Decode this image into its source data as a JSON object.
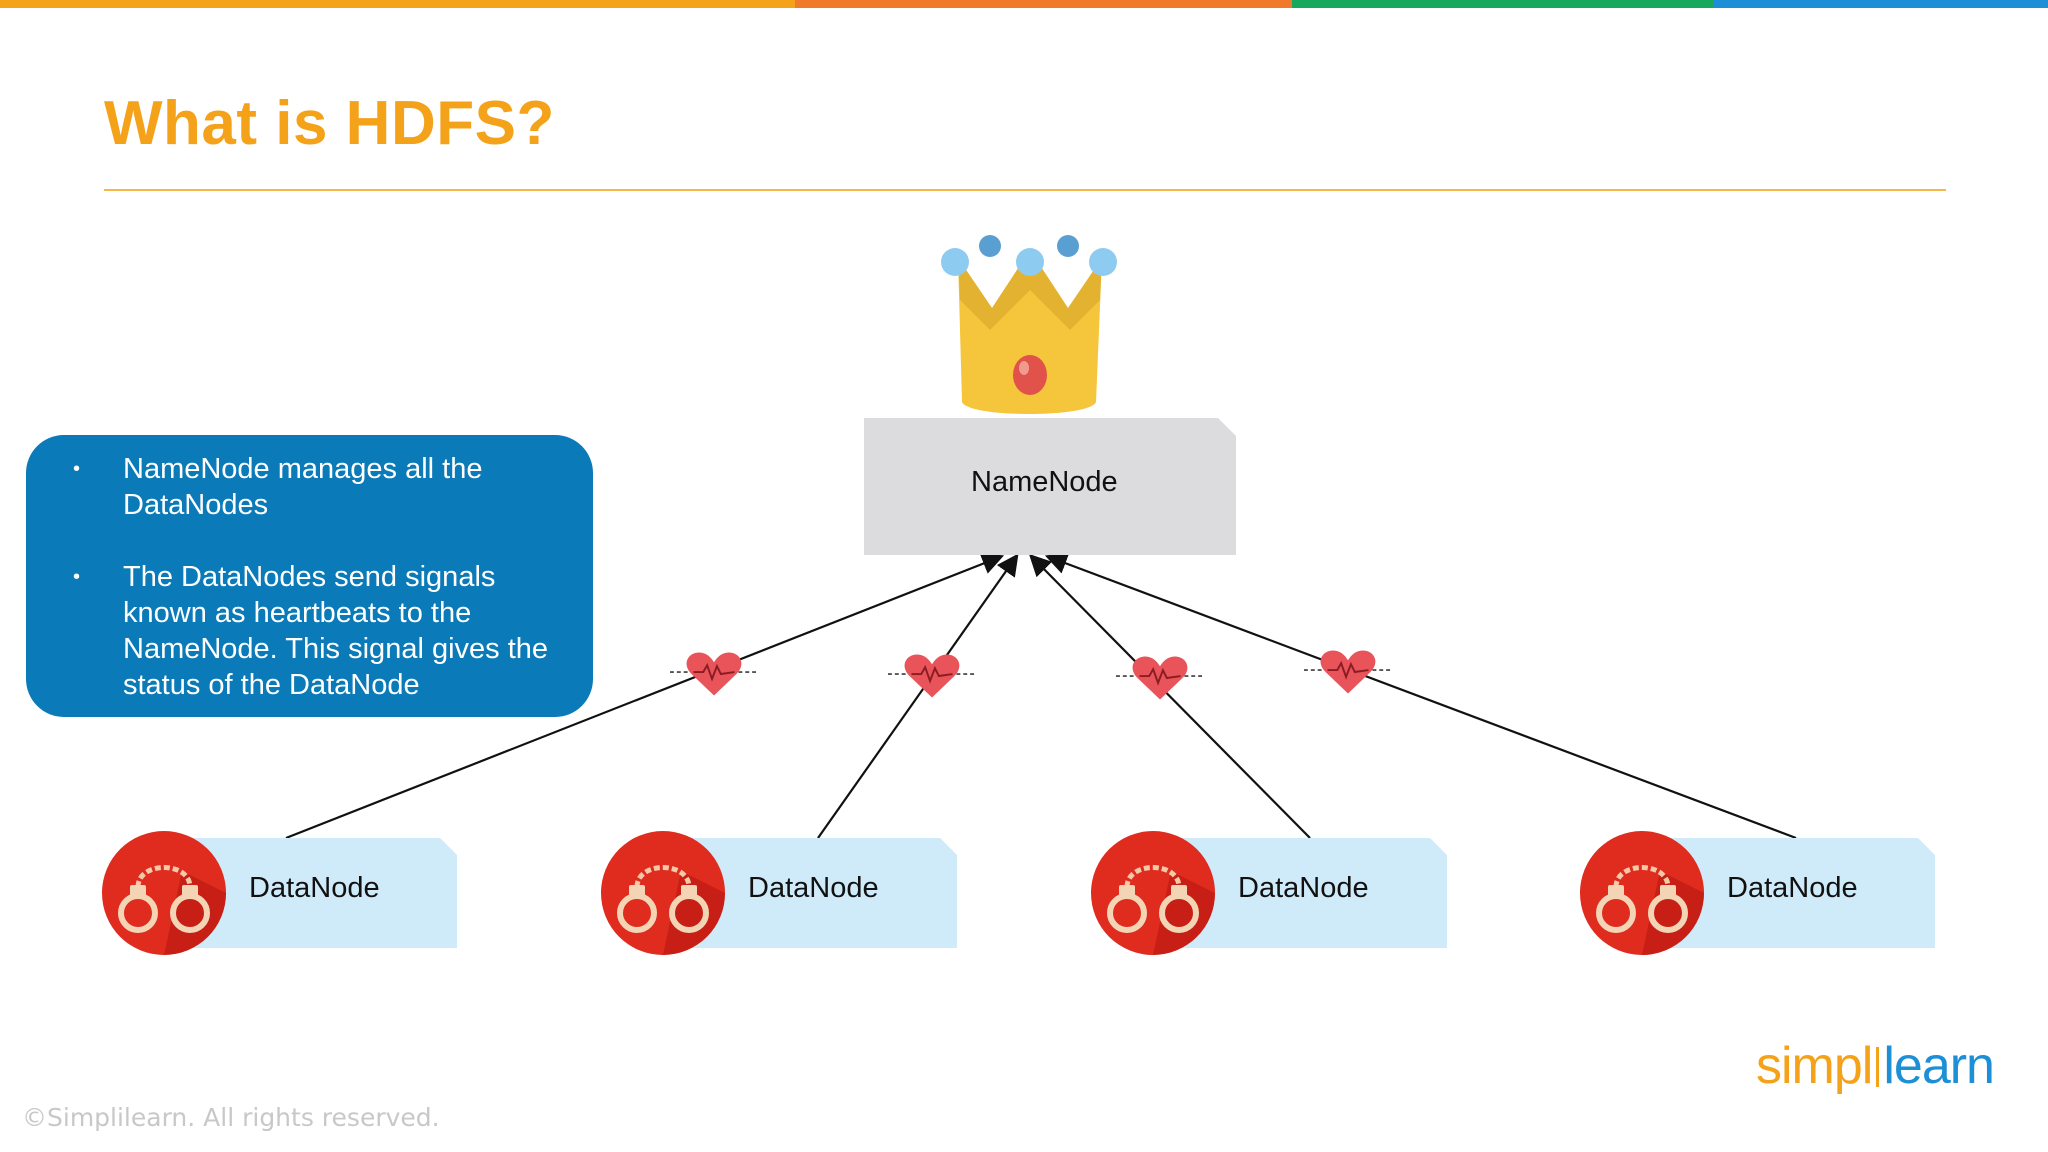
{
  "slide": {
    "title": "What is HDFS?",
    "copyright": "©Simplilearn. All rights reserved."
  },
  "colors": {
    "accent_orange": "#f5a21b",
    "panel_blue": "#0a7ab8",
    "namenode_fill": "#dcdcde",
    "datanode_fill": "#cfeaf9",
    "heart_red": "#e8545a",
    "top_bar": [
      "#f5a21b",
      "#f07a2a",
      "#16a95c",
      "#1d8fd6"
    ]
  },
  "bullets": [
    {
      "text_line1": "NameNode manages all the",
      "text_line2": "DataNodes"
    },
    {
      "text_line1": "The DataNodes send signals",
      "text_line2": "known as heartbeats to the",
      "text_line3": "NameNode. This signal gives the",
      "text_line4": "status of the DataNode"
    }
  ],
  "diagram": {
    "namenode": {
      "label": "NameNode",
      "icon": "crown-icon"
    },
    "datanodes": [
      {
        "label": "DataNode",
        "icon": "handcuffs-icon"
      },
      {
        "label": "DataNode",
        "icon": "handcuffs-icon"
      },
      {
        "label": "DataNode",
        "icon": "handcuffs-icon"
      },
      {
        "label": "DataNode",
        "icon": "handcuffs-icon"
      }
    ],
    "edge_marker": "heartbeat-icon"
  },
  "logo": {
    "part1": "simpl",
    "part2": "learn"
  }
}
